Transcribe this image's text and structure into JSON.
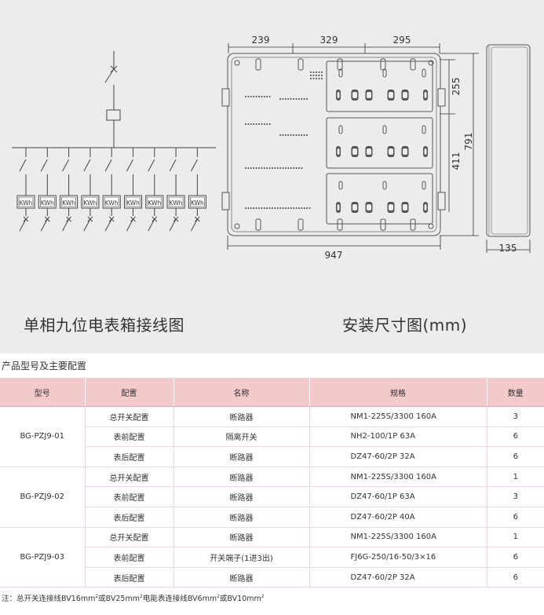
{
  "wiring_diagram": {
    "meter_label": "KWh",
    "meter_count": 9,
    "caption": "单相九位电表箱接线图"
  },
  "dimension_drawing": {
    "caption": "安装尺寸图(mm)",
    "dims": {
      "top_left": "239",
      "top_mid": "329",
      "top_right": "295",
      "right_upper": "255",
      "right_lower": "411",
      "total_height": "791",
      "total_width": "947",
      "depth": "135"
    }
  },
  "section_title": "产品型号及主要配置",
  "table": {
    "headers": [
      "型号",
      "配置",
      "名称",
      "规格",
      "数量"
    ],
    "groups": [
      {
        "model": "BG-PZJ9-01",
        "rows": [
          {
            "config": "总开关配置",
            "name": "断路器",
            "spec": "NM1-225S/3300  160A",
            "qty": "3"
          },
          {
            "config": "表前配置",
            "name": "隔离开关",
            "spec": "NH2-100/1P  63A",
            "qty": "6"
          },
          {
            "config": "表后配置",
            "name": "断路器",
            "spec": "DZ47-60/2P  32A",
            "qty": "6"
          }
        ]
      },
      {
        "model": "BG-PZJ9-02",
        "rows": [
          {
            "config": "总开关配置",
            "name": "断路器",
            "spec": "NM1-225S/3300  160A",
            "qty": "1"
          },
          {
            "config": "表前配置",
            "name": "断路器",
            "spec": "DZ47-60/1P  63A",
            "qty": "3"
          },
          {
            "config": "表后配置",
            "name": "断路器",
            "spec": "DZ47-60/2P  40A",
            "qty": "6"
          }
        ]
      },
      {
        "model": "BG-PZJ9-03",
        "rows": [
          {
            "config": "总开关配置",
            "name": "断路器",
            "spec": "NM1-225S/3300  160A",
            "qty": "1"
          },
          {
            "config": "表前配置",
            "name": "开关端子(1进3出)",
            "spec": "FJ6G-250/16-50/3×16",
            "qty": "6"
          },
          {
            "config": "表后配置",
            "name": "断路器",
            "spec": "DZ47-60/2P  32A",
            "qty": "6"
          }
        ]
      }
    ]
  },
  "note": {
    "prefix": "注：总开关连接线BV16mm",
    "mid1": "或BV25mm",
    "mid2": "电能表连接线BV6mm",
    "mid3": "或BV10mm",
    "sup": "2"
  },
  "colors": {
    "header_bg": "#f4c9cb",
    "top_bg": "#ececec",
    "line": "#333333"
  }
}
